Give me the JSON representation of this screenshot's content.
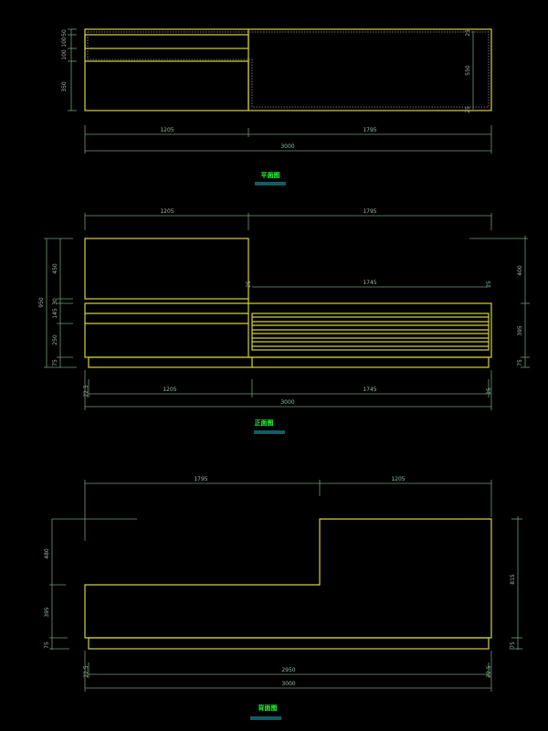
{
  "colors": {
    "background": "#000000",
    "object": "#d4d040",
    "dimension": "#6f9a7a",
    "title": "#22ff33",
    "underline": "#28b8c8"
  },
  "plan": {
    "title": "平面图",
    "top_left": "1205",
    "top_right": "1795",
    "total": "3000",
    "left_dims": [
      "50",
      "100",
      "100",
      "350"
    ],
    "right_dims": [
      "25",
      "550",
      "25"
    ]
  },
  "front": {
    "title": "正面图",
    "top_left": "1205",
    "top_right": "1795",
    "inner_top": "1745",
    "inner_top_left": "25",
    "inner_top_right": "25",
    "left_total": "950",
    "left_dims": [
      "450",
      "30",
      "145",
      "250",
      "75"
    ],
    "right_dims": [
      "400",
      "395",
      "75"
    ],
    "bottom_left_edge": "22.5",
    "bottom_left": "1205",
    "bottom_right": "1745",
    "bottom_right_edge": "25",
    "total": "3000"
  },
  "back": {
    "title": "背面图",
    "top_left": "1795",
    "top_right": "1205",
    "left_dims": [
      "480",
      "395",
      "75"
    ],
    "right_dims": [
      "815",
      "75"
    ],
    "bottom_edge_left": "22.5",
    "bottom_mid": "2950",
    "bottom_edge_right": "22.5",
    "total": "3000"
  }
}
